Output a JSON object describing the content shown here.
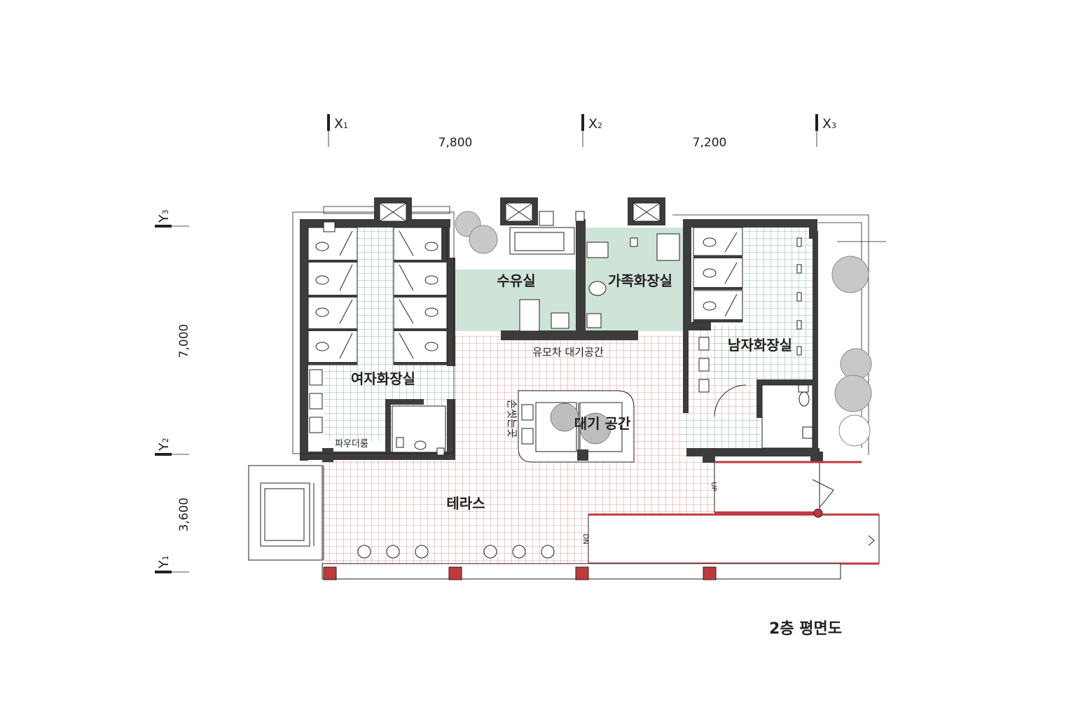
{
  "title": "2층 평면도",
  "colors": {
    "wall": "#3c3c3c",
    "green_fill": "#cfe4d9",
    "green_grid": "#5aa77c",
    "red_grid": "#e07a7a",
    "column_red": "#c0393d",
    "line": "#231f20",
    "tree": "#bdbdbd"
  },
  "grid_axes": {
    "x": [
      {
        "label": "X",
        "sub": "1"
      },
      {
        "label": "X",
        "sub": "2"
      },
      {
        "label": "X",
        "sub": "3"
      }
    ],
    "y": [
      {
        "label": "Y",
        "sub": "3"
      },
      {
        "label": "Y",
        "sub": "2"
      },
      {
        "label": "Y",
        "sub": "1"
      }
    ]
  },
  "dimensions": {
    "x": [
      "7,800",
      "7,200"
    ],
    "y": [
      "7,000",
      "3,600"
    ]
  },
  "rooms": {
    "women_restroom": "여자화장실",
    "nursing_room": "수유실",
    "family_restroom": "가족화장실",
    "men_restroom": "남자화장실",
    "stroller_waiting": "유모차 대기공간",
    "hand_wash": "손씻는곳",
    "waiting_area": "대기 공간",
    "powder_room": "파우더룸",
    "terrace": "테라스"
  },
  "stair_marks": {
    "up": "UP",
    "down": "DN"
  }
}
